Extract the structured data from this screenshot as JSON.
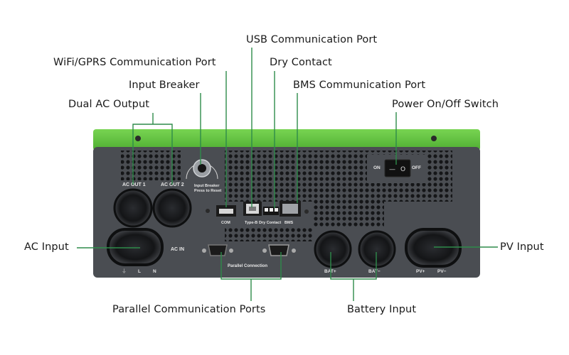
{
  "callouts": {
    "usb_port": "USB Communication Port",
    "wifi_port": "WiFi/GPRS Communication Port",
    "dry_contact": "Dry Contact",
    "input_breaker": "Input Breaker",
    "bms_port": "BMS Communication Port",
    "dual_ac_output": "Dual AC Output",
    "power_switch": "Power On/Off Switch",
    "ac_input": "AC Input",
    "pv_input": "PV Input",
    "parallel_ports": "Parallel Communication Ports",
    "battery_input": "Battery Input"
  },
  "panel_text": {
    "ac_out_1": "AC OUT 1",
    "ac_out_2": "AC OUT 2",
    "breaker_line1": "Input Breaker",
    "breaker_line2": "Press to Reset",
    "com": "COM",
    "type_b": "Type-B",
    "dry_contact": "Dry Contact",
    "bms": "BMS",
    "switch_on": "ON",
    "switch_off": "OFF",
    "switch_on_glyph": "—",
    "switch_off_glyph": "O",
    "ac_in": "AC IN",
    "ground": "⏚",
    "line": "L",
    "neutral": "N",
    "parallel_connection": "Parallel Connection",
    "bat_plus": "BAT+",
    "bat_minus": "BAT−",
    "pv_plus": "PV+",
    "pv_minus": "PV−"
  },
  "colors": {
    "callout_line": "#2e8b4a",
    "housing_green": "#5ec43c",
    "panel_gray": "#4a4d52"
  }
}
